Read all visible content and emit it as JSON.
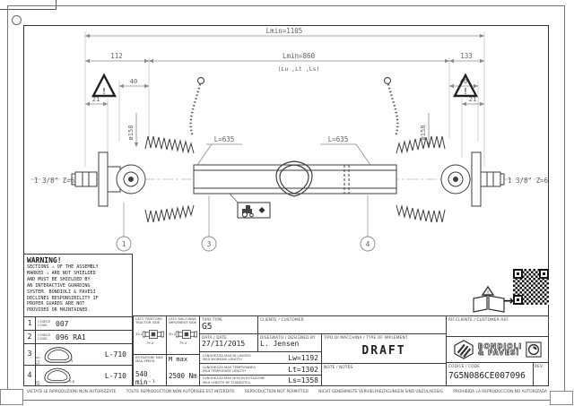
{
  "drawing": {
    "dimensions": {
      "overall_min_length": "Lmin=1105",
      "compressed_length": "Lmin=860",
      "length_refs": "(Lu ,Lt ,Ls)",
      "left_guard_offset": "112",
      "right_guard_offset": "133",
      "left_cone_length": "40",
      "right_cone_length": "40",
      "left_yoke_offset": "21",
      "right_yoke_offset": "21",
      "left_guard_dia": "ø158",
      "right_guard_dia": "ø158",
      "left_tube_length": "L=635",
      "right_tube_length": "L=635",
      "left_spline": "1 3/8\" Z=6",
      "right_spline": "1 3/8\" Z=6"
    },
    "warning_mark": "!",
    "balloons": {
      "b1": "1",
      "b3": "3",
      "b4": "4"
    }
  },
  "warning_block": {
    "title": "WARNING!",
    "lines": [
      "SECTIONS ⚠ OF THE ASSEMBLY",
      "MARKED ⚠ ARE NOT SHIELDED",
      "AND MUST BE SHIELDED BY",
      "AN INTERACTIVE GUARDING",
      "SYSTEM. BONDIOLI & PAVESI",
      "DECLINES RESPONSIBILITY IF",
      "PROPER GUARDS ARE NOT",
      "PROVIDED OR MAINTAINED."
    ]
  },
  "parts_table": {
    "code_label_it": "CODICE",
    "code_label_en": "CODE",
    "rows": [
      {
        "no": "1",
        "code": "007"
      },
      {
        "no": "2",
        "code": "096 RA1"
      },
      {
        "no": "3",
        "code": "L-710",
        "profile_height": "51.5",
        "profile_wall": "3"
      },
      {
        "no": "4",
        "code": "L-710",
        "profile_height": "45",
        "profile_wall": "3.8"
      }
    ]
  },
  "title_block": {
    "tractor_side": {
      "label_it": "LATO TRATTORE",
      "label_en": "TRACTOR SIDE",
      "cross_dim": "30.2",
      "yoke_dim": "79.4"
    },
    "implement_side": {
      "label_it": "LATO MACCHINA",
      "label_en": "IMPLEMENT SIDE",
      "cross_dim": "30.2",
      "yoke_dim": "79.4"
    },
    "max_speed": {
      "label_it": "ROTAZIONE MAX",
      "label_en": "MAX SPEED",
      "value": "540 min⁻¹"
    },
    "max_torque": {
      "label": "M max",
      "value": "2500 Nm"
    },
    "type": {
      "label": "TIPO-TYPE",
      "value": "G5"
    },
    "customer": {
      "label": "CLIENTE / CUSTOMER",
      "value": ""
    },
    "date": {
      "label": "DATA / DATE",
      "value": "27/11/2015"
    },
    "drawn_by": {
      "label": "DISEGNATO / DESIGNED BY",
      "value": "L. Jensen"
    },
    "lengths": [
      {
        "label_it": "LUNGHEZZA MAX IN LAVORO",
        "label_en": "MAX WORKING LENGTH",
        "value": "Lw=1192"
      },
      {
        "label_it": "LUNGHEZZA MAX TEMPORANEA",
        "label_en": "MAX TEMPORARY LENGTH",
        "value": "Lt=1302"
      },
      {
        "label_it": "LUNGHEZZA MAX NON IN ROTAZIONE",
        "label_en": "MAX LENGTH BY STANDSTILL",
        "value": "Ls=1358"
      }
    ],
    "implement_type": {
      "label": "TIPO DI MACCHINA / TYPE OF IMPLEMENT",
      "value": "DRAFT"
    },
    "notes": {
      "label": "NOTE / NOTES",
      "value": ""
    },
    "customer_ref": {
      "label": "RIF.CLIENTE / CUSTOMER REF.",
      "value": ""
    },
    "brand": {
      "line1": "BONDIOLI",
      "line2": "& PAVESI"
    },
    "code": {
      "label": "CODICE / CODE",
      "value": "7G5N086CE007096",
      "rev_label": "REV."
    }
  },
  "footer": {
    "notices": [
      "VIETATE LE RIPRODUZIONI NON AUTORIZZATE",
      "TOUTE REPRODUCTION NON AUTORISEE EST INTERDITE",
      "REPRODUCTION NOT PERMITTED",
      "NICHT GENEHMIGTE VERVIELFAELTIGUNGEN SIND UNZULAESSIG",
      "PROHIBIDA LA REPRODUCCION NO AUTORIZADA"
    ]
  }
}
